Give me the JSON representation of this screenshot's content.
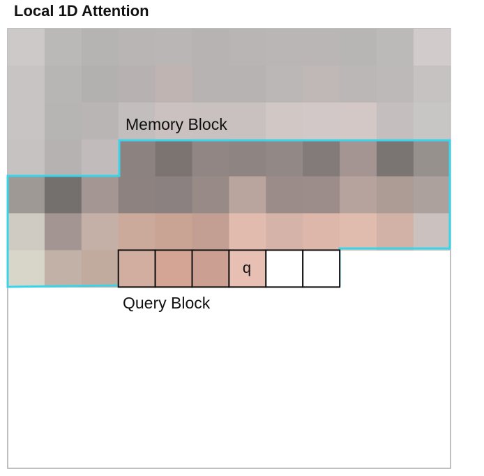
{
  "title": "Local 1D Attention",
  "labels": {
    "memory_block": "Memory Block",
    "query_block": "Query Block",
    "query_marker": "q"
  },
  "colors": {
    "memory_outline": "#3ad4ea",
    "query_outline": "#111111",
    "frame_border": "#aaaaaa"
  },
  "grid": {
    "cols": 12,
    "rows": 7,
    "cells": [
      [
        "#ccc9c8",
        "#bbb9b8",
        "#b6b4b3",
        "#b8b5b4",
        "#b9b6b5",
        "#b6b3b2",
        "#b8b5b4",
        "#b9b6b5",
        "#b9b6b5",
        "#b8b6b5",
        "#bbbab9",
        "#d1cccb"
      ],
      [
        "#c7c4c3",
        "#b8b6b5",
        "#b3b1b0",
        "#b7b2b1",
        "#bfb4b2",
        "#b6b3b2",
        "#b6b3b2",
        "#bbb7b6",
        "#bfb8b7",
        "#bbb7b6",
        "#bcb9b8",
        "#c6c2c1"
      ],
      [
        "#c7c4c3",
        "#b7b5b4",
        "#b9b5b4",
        "#c2bebd",
        "#cbc1c0",
        "#c9c1bf",
        "#c8c1c0",
        "#d1c7c5",
        "#d2c8c7",
        "#d3c8c6",
        "#c4bfbe",
        "#c8c6c5"
      ],
      [
        "#c6c2c1",
        "#b5b2b1",
        "#c1bcbb",
        "#8c8380",
        "#7c7471",
        "#918683",
        "#8e8481",
        "#928987",
        "#827b79",
        "#a59592",
        "#7a7472",
        "#97918e"
      ],
      [
        "#9f9996",
        "#74706e",
        "#a49692",
        "#8d8280",
        "#8a8180",
        "#988b87",
        "#b9a49e",
        "#9c8c89",
        "#9c8d8a",
        "#b7a39d",
        "#ad9b96",
        "#aca19d"
      ],
      [
        "#cfcbc2",
        "#a29592",
        "#c4b0a6",
        "#cba99b",
        "#c9a393",
        "#c29f92",
        "#e1bcae",
        "#d5b3a9",
        "#dcb7aa",
        "#e0bcaf",
        "#d2b2a6",
        "#cbc2c0"
      ],
      [
        "#d8d5c9",
        "#c2b1a6",
        "#c1ab9f",
        "#d1ae9f",
        "#d4a495",
        "#cba093",
        "#e8c0b3",
        null,
        null,
        null,
        null,
        null
      ]
    ]
  }
}
